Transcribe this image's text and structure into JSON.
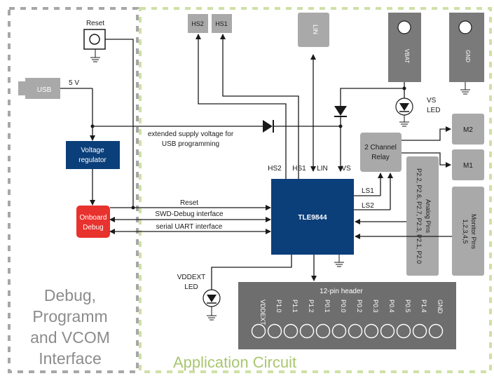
{
  "colors": {
    "debug_border": "#a7a7a7",
    "app_border": "#cfe0a6",
    "gray_box": "#a9a9a9",
    "dark_box": "#7a7a7a",
    "blue_box": "#0b3f7a",
    "red_box": "#e8322e",
    "header_box": "#6e6e6e",
    "line": "#1a1a1a",
    "region_debug_text": "#8c8c8c",
    "region_app_text": "#a9c66f"
  },
  "regions": {
    "debug_title": [
      "Debug,",
      "Programm",
      "and VCOM",
      "Interface"
    ],
    "app_title": "Application Circuit"
  },
  "blocks": {
    "reset_button": "Reset",
    "usb": "USB",
    "usb_voltage": "5 V",
    "voltage_regulator": [
      "Voltage",
      "regulator"
    ],
    "onboard_debug": [
      "Onboard",
      "Debug"
    ],
    "tle": "TLE9844",
    "hs2": "HS2",
    "hs1": "HS1",
    "lin": "LIN",
    "vbat": "VBAT",
    "gnd": "GND",
    "relay": [
      "2 Channel",
      "Relay"
    ],
    "m2": "M2",
    "m1": "M1",
    "vs_led": [
      "VS",
      "LED"
    ],
    "vddext_led": [
      "VDDEXT",
      "LED"
    ],
    "analog_pins": [
      "Analog Pins",
      "P2.2, P2.6, P2.7, P2.3, P2.1, P2.0"
    ],
    "monitor_pins": [
      "Monitor Pins",
      "1,2,3,4,5"
    ]
  },
  "signals": {
    "extended_supply": [
      "extended supply voltage for",
      "USB programming"
    ],
    "reset": "Reset",
    "swd": "SWD-Debug interface",
    "uart": "serial UART interface",
    "tle_hs2": "HS2",
    "tle_hs1": "HS1",
    "tle_lin": "LIN",
    "tle_vs": "VS",
    "tle_ls1": "LS1",
    "tle_ls2": "LS2"
  },
  "header": {
    "title": "12-pin header",
    "pins": [
      "VDDEXT",
      "P1.0",
      "P1.1",
      "P1.2",
      "P0.1",
      "P0.0",
      "P0.2",
      "P0.3",
      "P0.4",
      "P0.5",
      "P1.4",
      "GND"
    ]
  }
}
